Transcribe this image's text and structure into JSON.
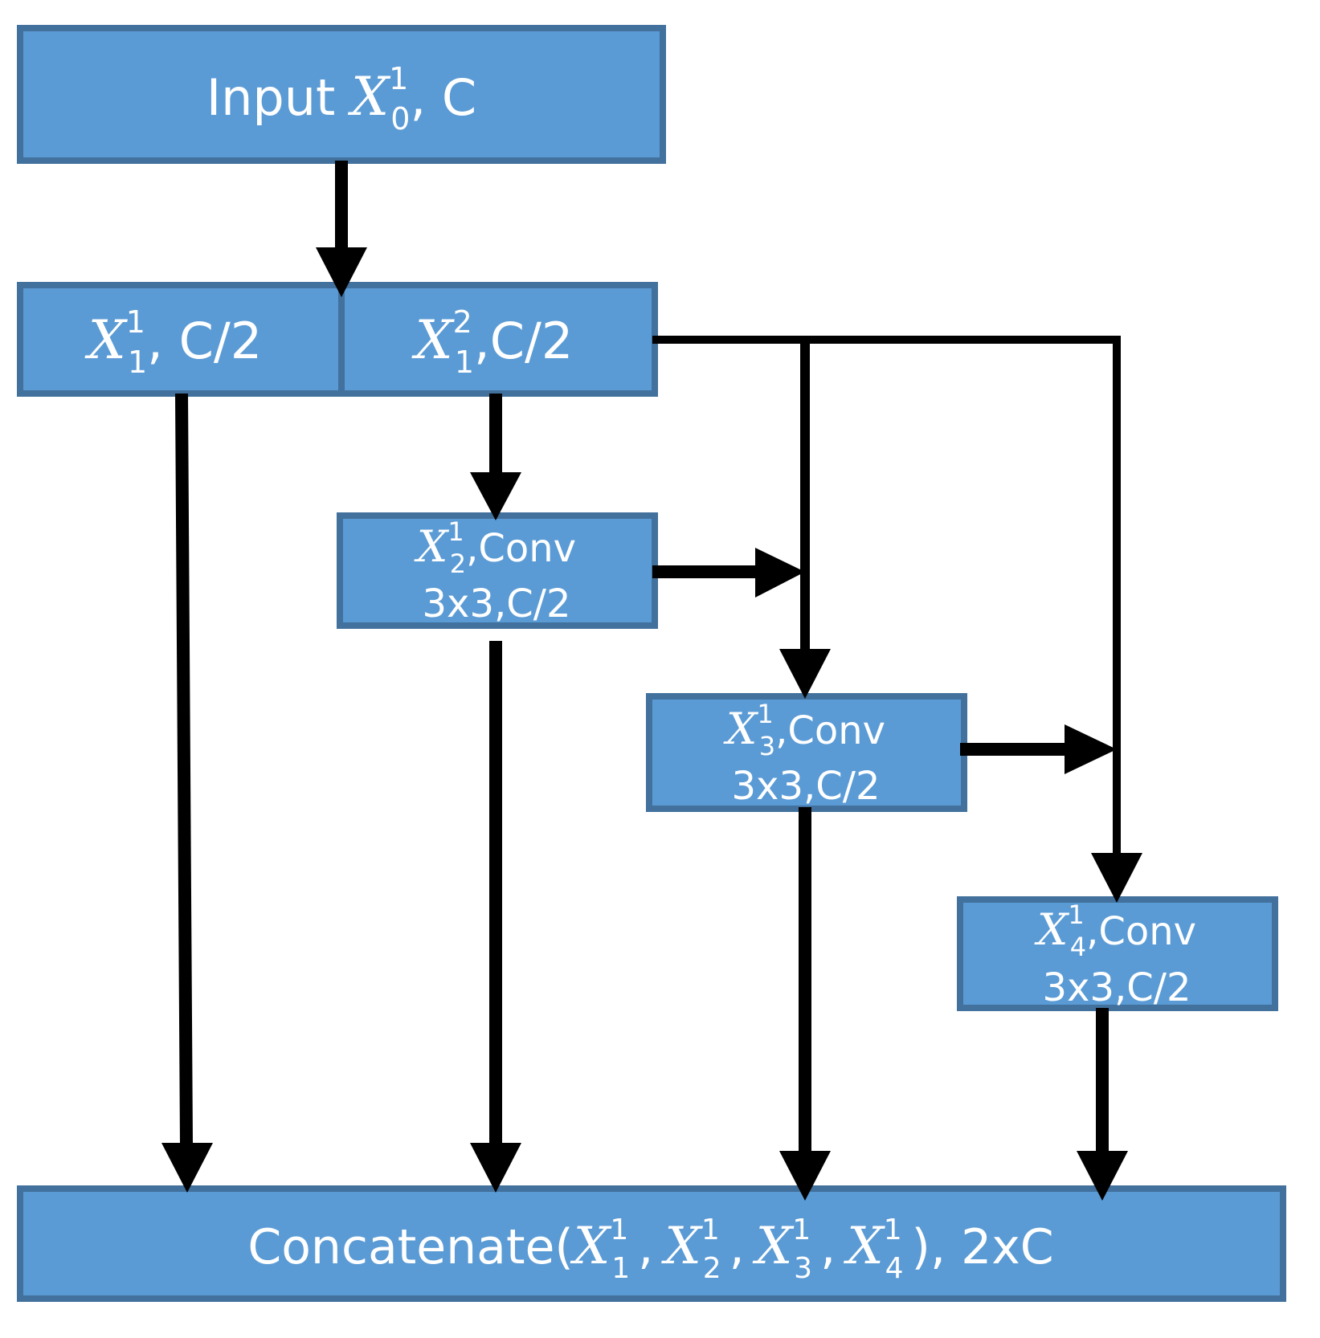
{
  "colors": {
    "box_fill": "#5b9bd5",
    "box_border": "#41719c",
    "text": "#ffffff",
    "arrows": "#000000"
  },
  "input": {
    "prefix": "Input",
    "var": "X",
    "sup": "1",
    "sub": "0",
    "suffix": ", C"
  },
  "split": [
    {
      "var": "X",
      "sup": "1",
      "sub": "1",
      "suffix": ", C/2"
    },
    {
      "var": "X",
      "sup": "2",
      "sub": "1",
      "suffix": ",C/2"
    }
  ],
  "convs": [
    {
      "var": "X",
      "sup": "1",
      "sub": "2",
      "line1": ",Conv",
      "line2": "3x3,C/2"
    },
    {
      "var": "X",
      "sup": "1",
      "sub": "3",
      "line1": ",Conv",
      "line2": "3x3,C/2"
    },
    {
      "var": "X",
      "sup": "1",
      "sub": "4",
      "line1": ",Conv",
      "line2": "3x3,C/2"
    }
  ],
  "concat": {
    "prefix": "Concatenate(",
    "terms": [
      {
        "var": "X",
        "sup": "1",
        "sub": "1"
      },
      {
        "var": "X",
        "sup": "1",
        "sub": "2"
      },
      {
        "var": "X",
        "sup": "1",
        "sub": "3"
      },
      {
        "var": "X",
        "sup": "1",
        "sub": "4"
      }
    ],
    "separator": ",",
    "suffix": "), 2xC"
  }
}
